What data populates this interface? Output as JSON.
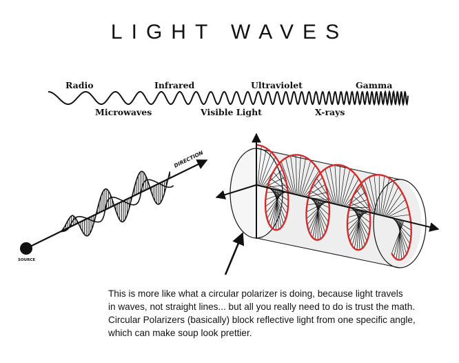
{
  "title": "LIGHT WAVES",
  "spectrum": {
    "top_labels": [
      "Radio",
      "Infrared",
      "Ultraviolet",
      "Gamma"
    ],
    "bottom_labels": [
      "Microwaves",
      "Visible Light",
      "X-rays"
    ]
  },
  "linear_wave": {
    "direction_label": "DIRECTION",
    "source_label": "SOURCE"
  },
  "caption": [
    "This is more like what a circular polarizer is doing, because light travels",
    "in waves, not straight lines... but all you really need to do is trust the math.",
    "Circular Polarizers (basically) block reflective light from one specific angle,",
    "which can make soup look prettier."
  ],
  "colors": {
    "ink": "#111111",
    "helix": "#d42a2a",
    "cylinder_fill": "#eeeeee"
  }
}
